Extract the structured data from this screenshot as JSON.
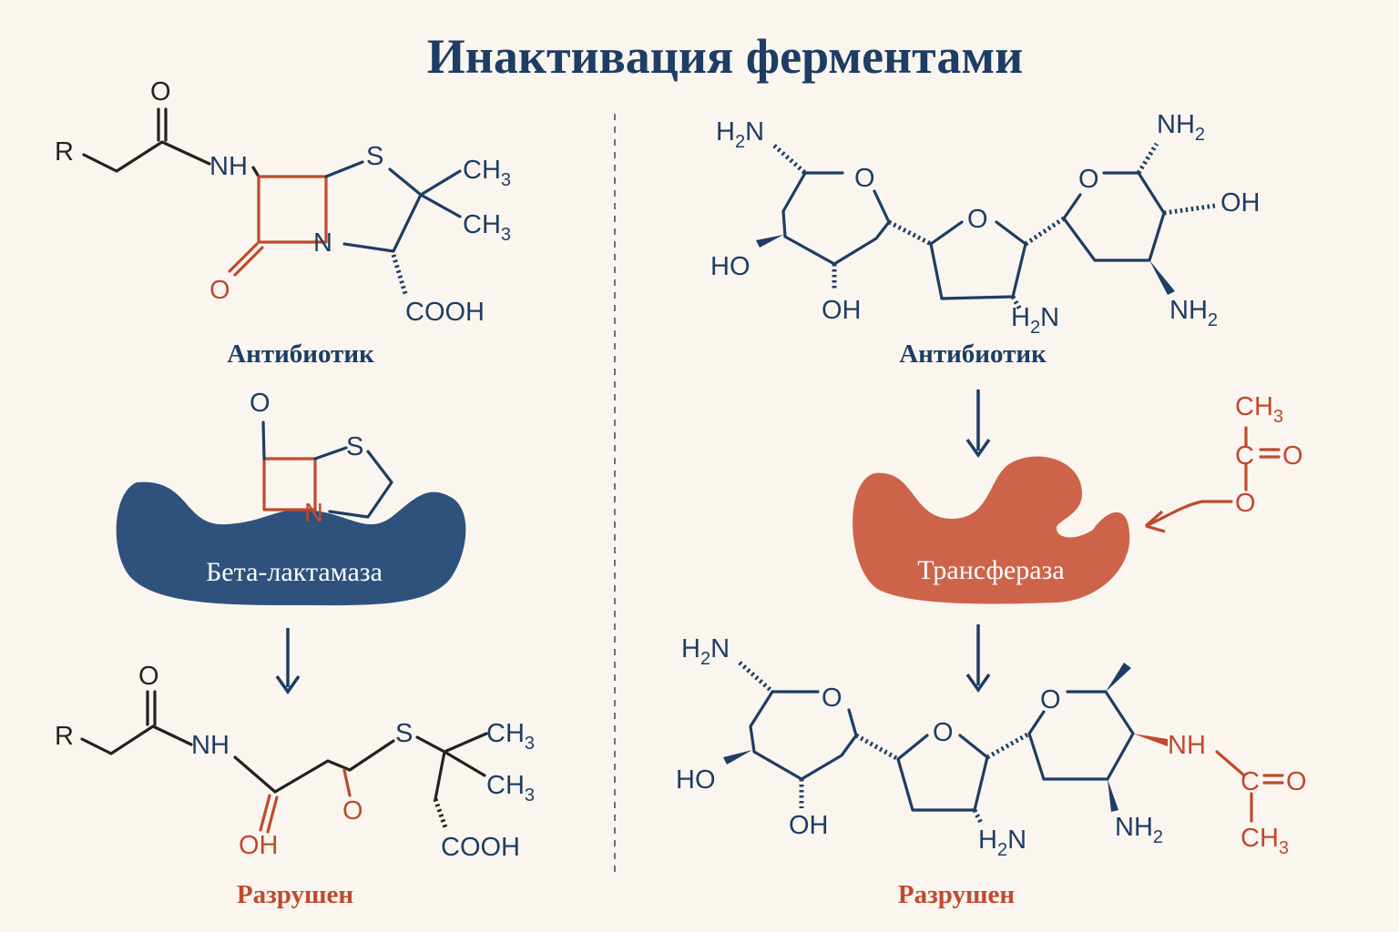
{
  "title": "Инактивация ферментами",
  "left_panel": {
    "antibiotic_caption": "Антибиотик",
    "enzyme_label": "Бета-лактамаза",
    "result_caption": "Разрушен"
  },
  "right_panel": {
    "antibiotic_caption": "Антибиотик",
    "enzyme_label": "Трансфераза",
    "result_caption": "Разрушен"
  },
  "atoms": {
    "O": "O",
    "R": "R",
    "NH": "NH",
    "N": "N",
    "S": "S",
    "C": "C",
    "H": "H",
    "CH": "CH",
    "COOH": "COOH",
    "OH": "OH",
    "HO": "HO",
    "NH2_main": "NH",
    "sub2": "2",
    "sub3": "3"
  },
  "colors": {
    "navy": "#1e3d64",
    "red": "#c0492e",
    "enzyme_blue": "#2e527c",
    "enzyme_orange": "#cd644a",
    "background": "#faf6ef"
  }
}
